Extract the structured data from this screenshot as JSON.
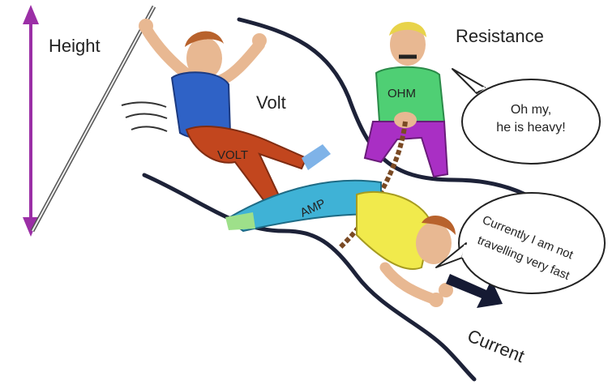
{
  "labels": {
    "height": "Height",
    "volt": "Volt",
    "resistance": "Resistance",
    "current": "Current"
  },
  "characters": {
    "volt_body": "VOLT",
    "ohm_body": "OHM",
    "amp_body": "AMP"
  },
  "bubbles": {
    "ohm_line1": "Oh my,",
    "ohm_line2": "he is heavy!",
    "amp_line1": "Currently I am not",
    "amp_line2": "travelling very fast"
  },
  "colors": {
    "height_arrow": "#9b2fa6",
    "volt_shirt": "#2f62c6",
    "volt_pants": "#c2461e",
    "ohm_shirt": "#4fcf74",
    "ohm_pants": "#a92fc4",
    "amp_shirt": "#f1ea4c",
    "amp_pants": "#3fb2d6",
    "pipe": "#1d2238",
    "rope": "#7a4a24",
    "current_arrow": "#151a33"
  }
}
